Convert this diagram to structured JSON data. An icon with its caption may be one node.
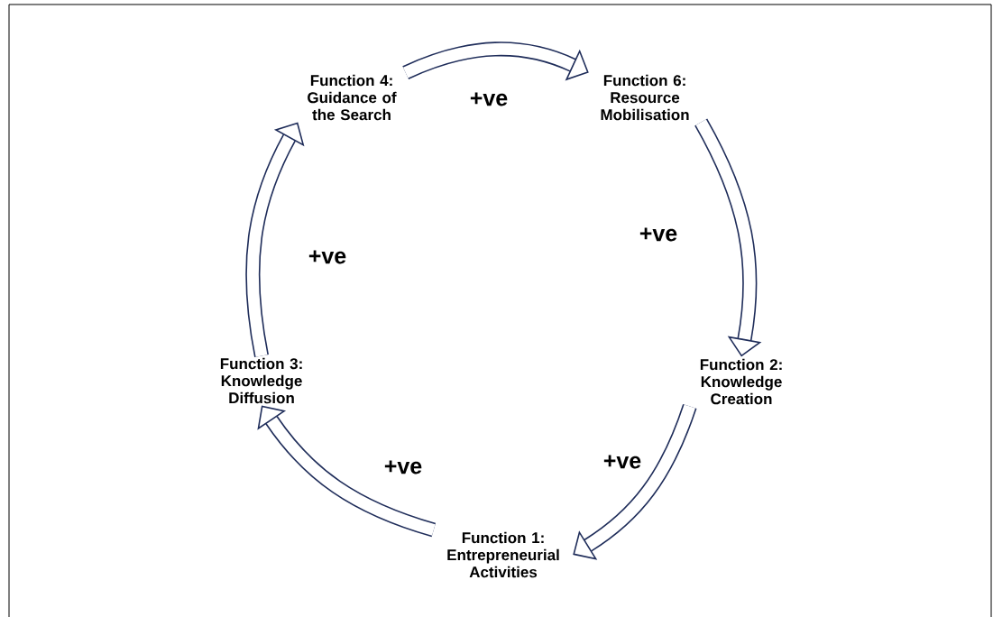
{
  "diagram": {
    "nodes": [
      {
        "text": [
          "Function 4: Guidance of the Search"
        ]
      },
      {
        "text": [
          "Function 6: Resource Mobilisation"
        ]
      },
      {
        "text": [
          "Function 3: Knowledge Diffusion"
        ]
      },
      {
        "text": [
          "Function 2: Knowledge Creation"
        ]
      },
      {
        "text": [
          "Function 1: Entrepreneurial Activities"
        ]
      }
    ],
    "edges": [
      {
        "from": 0,
        "to": 1,
        "arrow": "to",
        "label": "+ve"
      },
      {
        "from": 1,
        "to": 3,
        "arrow": "to",
        "label": "+ve"
      },
      {
        "from": 3,
        "to": 4,
        "arrow": "to",
        "label": "+ve"
      },
      {
        "from": 4,
        "to": 2,
        "arrow": "to",
        "label": "+ve"
      },
      {
        "from": 2,
        "to": 0,
        "arrow": "to",
        "label": "+ve"
      }
    ]
  }
}
